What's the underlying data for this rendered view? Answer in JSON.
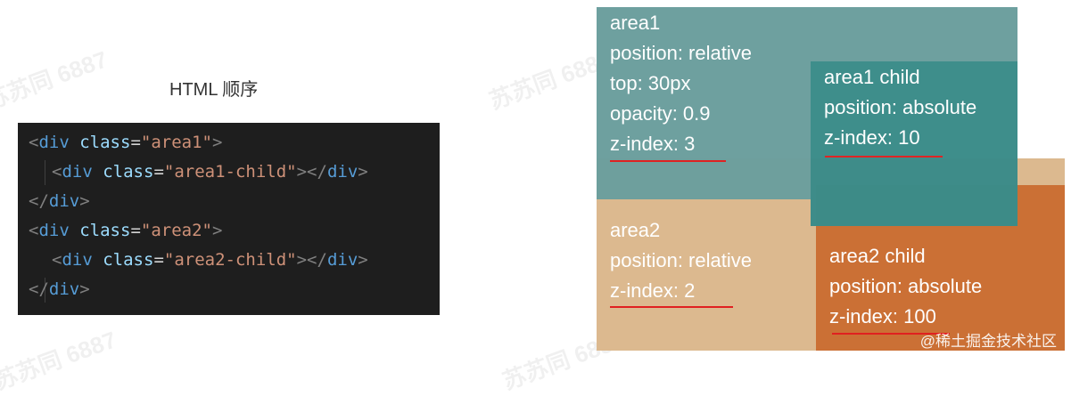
{
  "caption": "HTML 顺序",
  "watermark": "苏苏同 6887",
  "credit": "@稀土掘金技术社区",
  "code": {
    "line1": {
      "open": "<",
      "tag": "div",
      "attr": "class",
      "eq": "=",
      "value": "\"area1\"",
      "close": ">"
    },
    "line2": {
      "open": "<",
      "tag": "div",
      "attr": "class",
      "eq": "=",
      "value": "\"area1-child\"",
      "mid": "></",
      "endtag": "div",
      "close": ">"
    },
    "line3": {
      "open": "</",
      "tag": "div",
      "close": ">"
    },
    "line4": {
      "open": "<",
      "tag": "div",
      "attr": "class",
      "eq": "=",
      "value": "\"area2\"",
      "close": ">"
    },
    "line5": {
      "open": "<",
      "tag": "div",
      "attr": "class",
      "eq": "=",
      "value": "\"area2-child\"",
      "mid": "></",
      "endtag": "div",
      "close": ">"
    },
    "line6": {
      "open": "</",
      "tag": "div",
      "close": ">"
    }
  },
  "area1": {
    "color": "#6c9f9e",
    "lines": [
      "area1",
      "position: relative",
      "top: 30px",
      "opacity: 0.9",
      "z-index: 3"
    ]
  },
  "area1_child": {
    "color": "#3b8c89",
    "lines": [
      "area1 child",
      "position: absolute",
      "z-index: 10"
    ]
  },
  "area2": {
    "color": "#dcb98f",
    "lines": [
      "area2",
      "position: relative",
      "z-index: 2"
    ]
  },
  "area2_child": {
    "color": "#cb7035",
    "lines": [
      "area2 child",
      "position: absolute",
      "z-index: 100"
    ]
  },
  "underline_color": "#e02020"
}
